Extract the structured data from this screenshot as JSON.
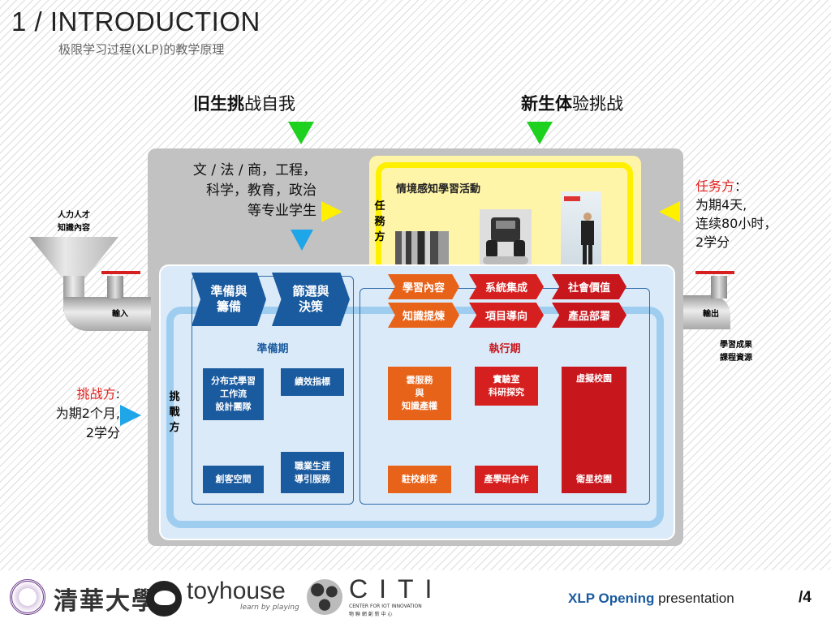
{
  "header": {
    "number": "1",
    "separator": "/",
    "title": "INTRODUCTION",
    "subtitle": "极限学习过程(XLP)的教学原理"
  },
  "top": {
    "left_bold": "旧生挑",
    "left_rest": "战自我",
    "right_bold": "新生体",
    "right_rest": "验挑战"
  },
  "students": {
    "line1": "文 / 法 / 商，工程，",
    "line2": "科学，教育，政治",
    "line3": "等专业学生"
  },
  "input": {
    "label1": "人力人才",
    "label2": "知識內容",
    "valve": "輸入"
  },
  "output": {
    "valve": "輸出",
    "label1": "學習成果",
    "label2": "課程資源"
  },
  "task_side": {
    "heading": "任务方",
    "colon": "：",
    "line1": "为期4天,",
    "line2": "连续80小时，",
    "line3": "2学分"
  },
  "challenger_side": {
    "heading": "挑战方",
    "colon": ":",
    "line1": "为期2个月,",
    "line2": "2学分"
  },
  "vertical": {
    "task": [
      "任",
      "務",
      "方"
    ],
    "challenge": [
      "挑",
      "戰",
      "方"
    ]
  },
  "activity_title": "情境感知學習活動",
  "photos": [
    "book-shelf-photo",
    "robot-photo",
    "presentation-photo"
  ],
  "prep": {
    "chev1": [
      "準備與",
      "籌備"
    ],
    "chev2": [
      "篩選與",
      "決策"
    ],
    "label": "準備期",
    "boxes": [
      "分布式學習\n工作流\n設計團隊",
      "績效指標",
      "創客空間",
      "職業生涯\n導引服務"
    ]
  },
  "exec": {
    "label": "執行期",
    "row1": [
      "學習內容",
      "系統集成",
      "社會價值"
    ],
    "row2": [
      "知識提煉",
      "項目導向",
      "產品部署"
    ],
    "boxes": [
      "雲服務\n與\n知識產權",
      "實驗室\n科研探究",
      "虛擬校園",
      "駐校創客",
      "產學研合作",
      "衛星校園"
    ]
  },
  "footer": {
    "tsinghua": "清華大學",
    "toyhouse": "toyhouse",
    "toyhouse_tag": "learn by playing",
    "citi": "CITI",
    "citi_sub1": "CENTER FOR IOT INNOVATION",
    "citi_sub2": "物 聯 網 創 新 中 心",
    "xlp": "XLP Opening",
    "presentation": " presentation",
    "page": "/4"
  },
  "colors": {
    "green": "#1fd11f",
    "yellow": "#fff000",
    "cyan": "#1fa6e8",
    "orange": "#e8631a",
    "red": "#d61f1f",
    "navy": "#1a5a9e",
    "darkred": "#c8161d"
  }
}
